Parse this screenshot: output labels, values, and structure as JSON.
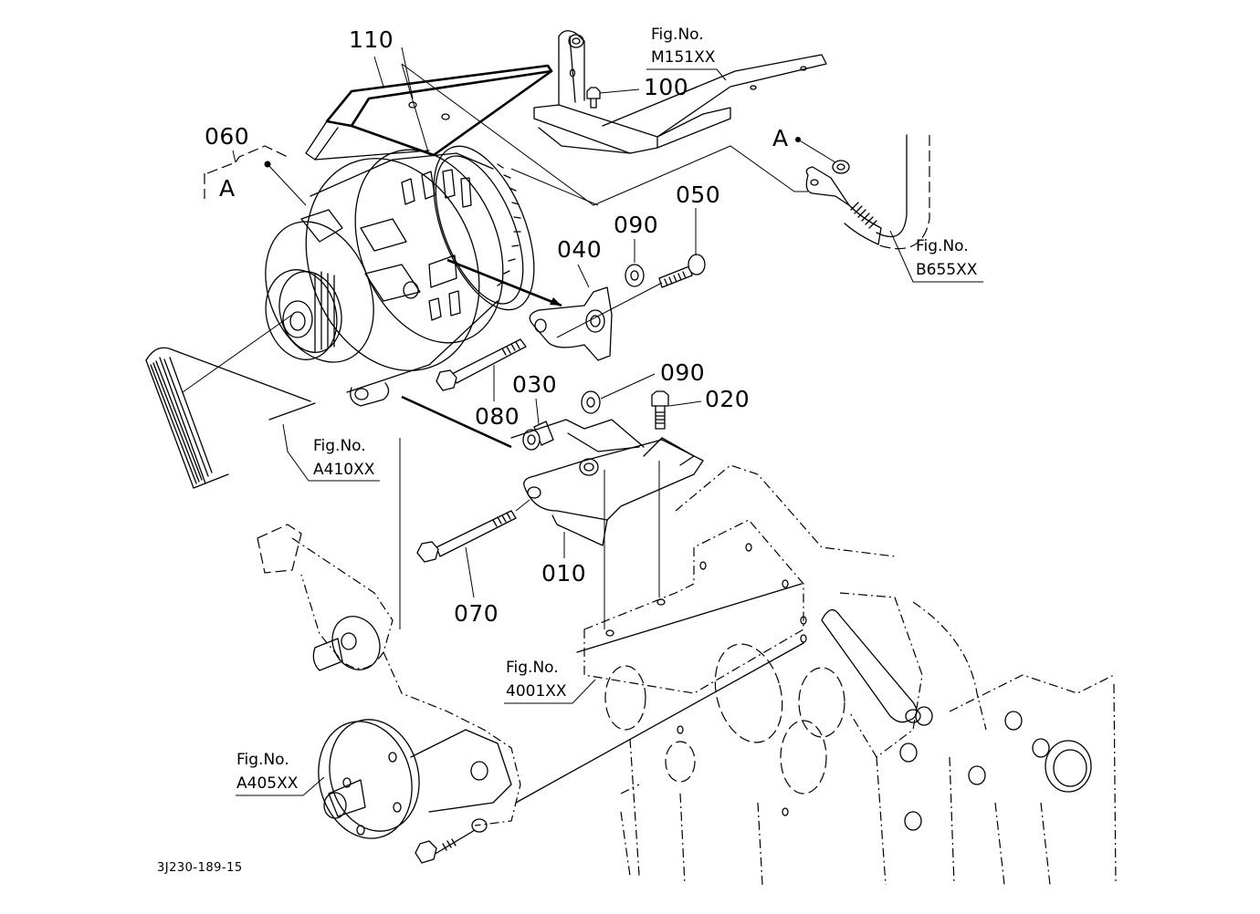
{
  "diagram": {
    "title": "Alternator mounting parts diagram",
    "drawing_code": "3J230-189-15",
    "part_labels": [
      {
        "id": "010",
        "label": "010"
      },
      {
        "id": "020",
        "label": "020"
      },
      {
        "id": "030",
        "label": "030"
      },
      {
        "id": "040",
        "label": "040"
      },
      {
        "id": "050",
        "label": "050"
      },
      {
        "id": "060",
        "label": "060"
      },
      {
        "id": "070",
        "label": "070"
      },
      {
        "id": "080",
        "label": "080"
      },
      {
        "id": "090a",
        "label": "090"
      },
      {
        "id": "090b",
        "label": "090"
      },
      {
        "id": "100",
        "label": "100"
      },
      {
        "id": "110",
        "label": "110"
      }
    ],
    "reference_marker": "A",
    "figure_refs": [
      {
        "caption": "Fig.No.",
        "code": "M151XX"
      },
      {
        "caption": "Fig.No.",
        "code": "B655XX"
      },
      {
        "caption": "Fig.No.",
        "code": "A410XX"
      },
      {
        "caption": "Fig.No.",
        "code": "4001XX"
      },
      {
        "caption": "Fig.No.",
        "code": "A405XX"
      }
    ],
    "components": [
      "alternator",
      "drive-belt",
      "heat-shield-plate",
      "battery-cable",
      "adjust-bracket",
      "mount-bracket",
      "water-pump",
      "engine-block"
    ]
  }
}
